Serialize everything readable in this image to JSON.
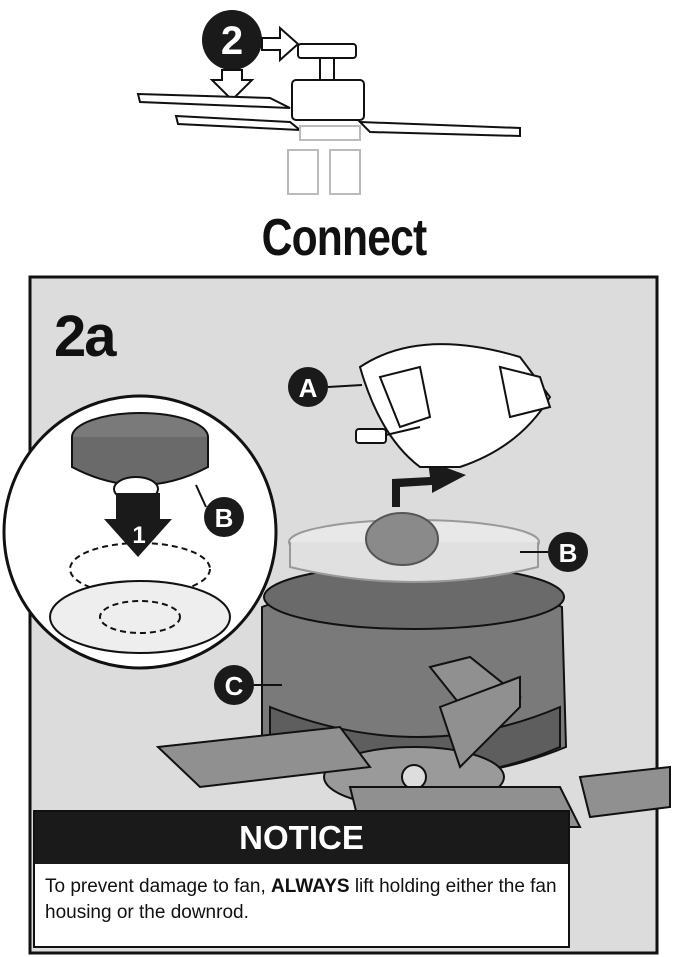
{
  "step": {
    "number": "2"
  },
  "heading": "Connect",
  "panel": {
    "label": "2a",
    "callouts": {
      "a": "A",
      "b_inset": "B",
      "b_main": "B",
      "c": "C",
      "step1": "1"
    }
  },
  "notice": {
    "title": "NOTICE",
    "text_before": "To prevent damage to fan, ",
    "text_bold": "ALWAYS",
    "text_after": " lift holding either the fan housing or the downrod."
  },
  "colors": {
    "panel_bg": "#dcdcdc",
    "ink": "#111111",
    "housing": "#7a7a7a",
    "blade": "#909090"
  }
}
